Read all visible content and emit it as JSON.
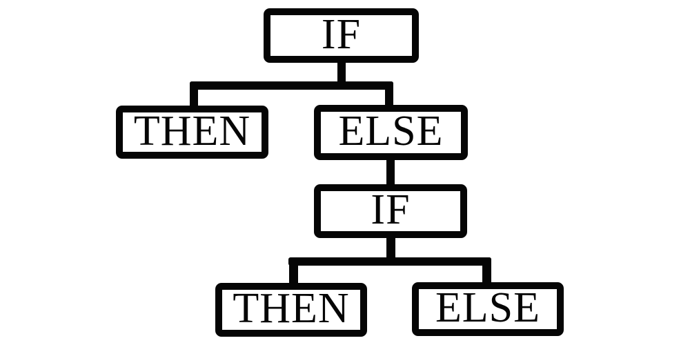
{
  "diagram": {
    "type": "tree",
    "background_color": "#ffffff",
    "line_color": "#050505",
    "text_color": "#050505",
    "nodes": [
      {
        "id": "if-1",
        "label": "IF",
        "level": 1,
        "parent": null
      },
      {
        "id": "then-1",
        "label": "THEN",
        "level": 2,
        "parent": "if-1"
      },
      {
        "id": "else-1",
        "label": "ELSE",
        "level": 2,
        "parent": "if-1"
      },
      {
        "id": "if-2",
        "label": "IF",
        "level": 3,
        "parent": "else-1"
      },
      {
        "id": "then-2",
        "label": "THEN",
        "level": 4,
        "parent": "if-2"
      },
      {
        "id": "else-2",
        "label": "ELSE",
        "level": 4,
        "parent": "if-2"
      }
    ]
  }
}
